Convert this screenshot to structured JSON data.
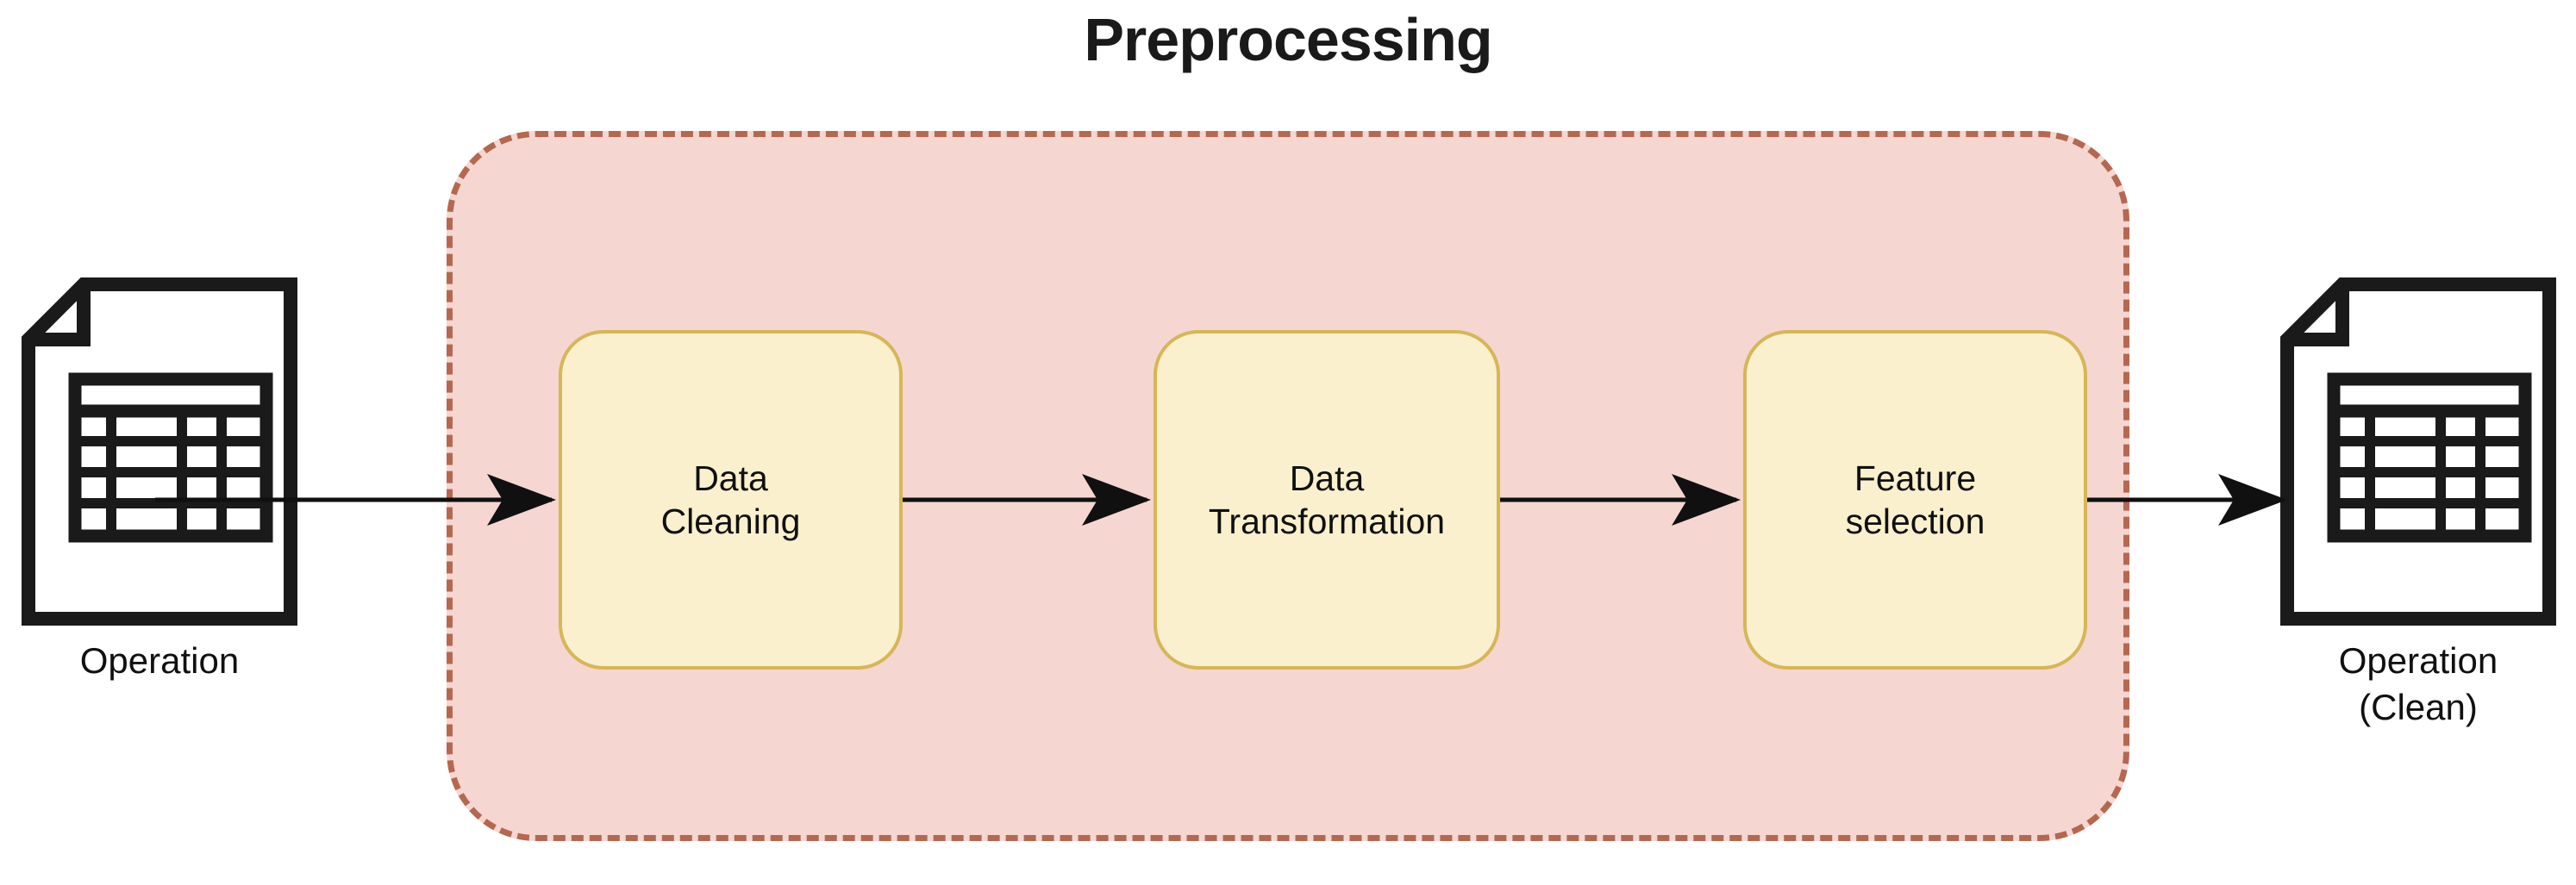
{
  "title": "Preprocessing",
  "group": {
    "name": "preprocessing-group",
    "fill": "#f5d6d1",
    "border_color": "#b5684f",
    "border_style": "dashed"
  },
  "nodes": {
    "source_document": {
      "icon": "spreadsheet-document-icon",
      "caption": "Operation"
    },
    "output_document": {
      "icon": "spreadsheet-document-icon",
      "caption": "Operation\n(Clean)"
    }
  },
  "steps": [
    {
      "id": "data-cleaning",
      "label": "Data\nCleaning",
      "fill": "#faf0cd",
      "border_color": "#d6b656"
    },
    {
      "id": "data-transformation",
      "label": "Data\nTransformation",
      "fill": "#faf0cd",
      "border_color": "#d6b656"
    },
    {
      "id": "feature-selection",
      "label": "Feature\nselection",
      "fill": "#faf0cd",
      "border_color": "#d6b656"
    }
  ],
  "connectors": [
    {
      "from": "source_document",
      "to": "data-cleaning",
      "style": "solid-arrow",
      "color": "#101010"
    },
    {
      "from": "data-cleaning",
      "to": "data-transformation",
      "style": "solid-arrow",
      "color": "#101010"
    },
    {
      "from": "data-transformation",
      "to": "feature-selection",
      "style": "solid-arrow",
      "color": "#101010"
    },
    {
      "from": "feature-selection",
      "to": "output_document",
      "style": "solid-arrow",
      "color": "#101010"
    }
  ]
}
